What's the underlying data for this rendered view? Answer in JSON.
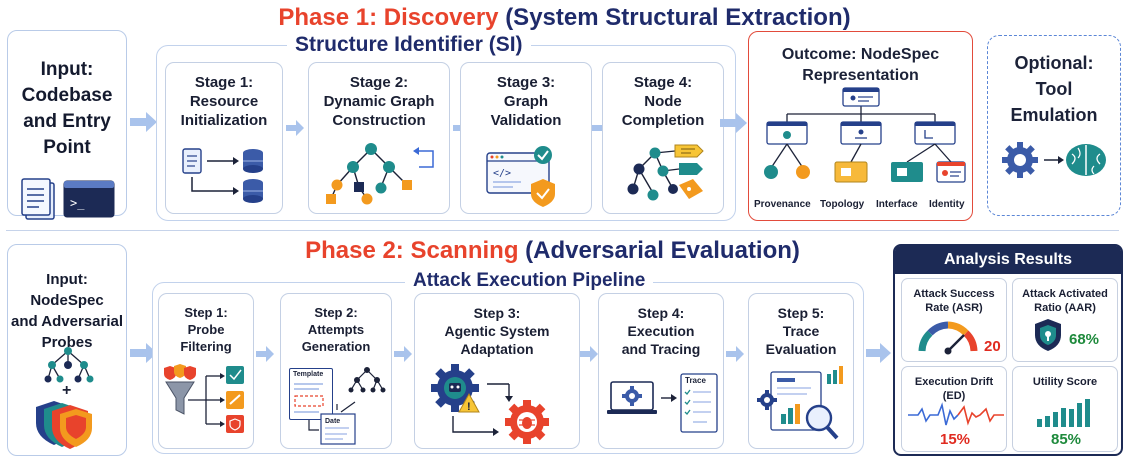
{
  "phase1": {
    "title_red": "Phase 1: Discovery",
    "title_navy": "(System Structural Extraction)",
    "input": "Input:\nCodebase\nand Entry\nPoint",
    "si_title": "Structure Identifier (SI)",
    "stages": [
      {
        "label": "Stage 1:\nResource\nInitialization"
      },
      {
        "label": "Stage 2:\nDynamic Graph\nConstruction"
      },
      {
        "label": "Stage 3:\nGraph\nValidation"
      },
      {
        "label": "Stage 4:\nNode\nCompletion"
      }
    ],
    "outcome": {
      "title": "Outcome: NodeSpec\nRepresentation",
      "leaves": [
        "Provenance",
        "Topology",
        "Interface",
        "Identity"
      ]
    },
    "optional": "Optional:\nTool\nEmulation"
  },
  "phase2": {
    "title_red": "Phase 2: Scanning",
    "title_navy": "(Adversarial Evaluation)",
    "input": "Input:\nNodeSpec\nand Adversarial\nProbes",
    "pipeline_title": "Attack Execution Pipeline",
    "steps": [
      {
        "label": "Step 1:\nProbe\nFiltering"
      },
      {
        "label": "Step 2:\nAttempts\nGeneration",
        "doc1": "Template",
        "doc2": "Date"
      },
      {
        "label": "Step 3:\nAgentic System\nAdaptation"
      },
      {
        "label": "Step 4:\nExecution\nand Tracing",
        "doc": "Trace"
      },
      {
        "label": "Step 5:\nTrace\nEvaluation"
      }
    ],
    "plus": "+"
  },
  "results": {
    "title": "Analysis Results",
    "metrics": [
      {
        "label": "Attack Success\nRate (ASR)",
        "value": "20",
        "color": "#e02b20"
      },
      {
        "label": "Attack Activated\nRatio (AAR)",
        "value": "68%",
        "color": "#1e8a3c"
      },
      {
        "label": "Execution Drift\n(ED)",
        "value": "15%",
        "color": "#e02b20"
      },
      {
        "label": "Utility Score",
        "value": "85%",
        "color": "#1e8a3c"
      }
    ]
  },
  "colors": {
    "navy": "#1f2b6b",
    "red": "#e8432c",
    "teal": "#1f8c8c",
    "orange": "#f39a1e",
    "arrow": "#a9c3ec"
  }
}
